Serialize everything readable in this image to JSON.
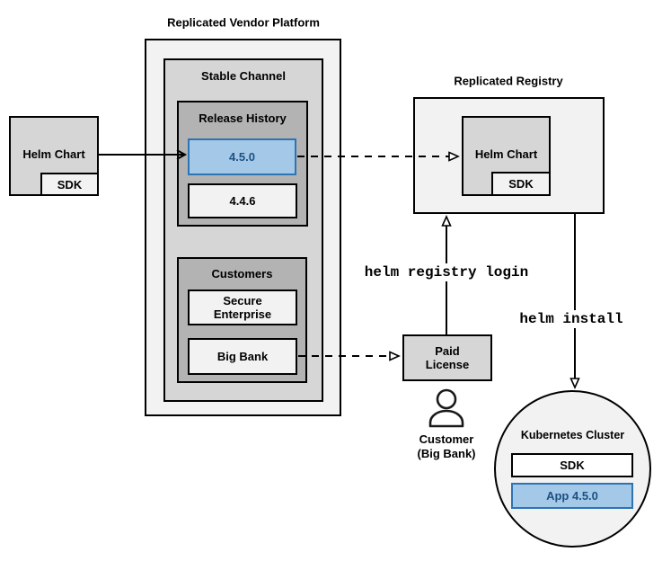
{
  "colors": {
    "box_border": "#000000",
    "light_fill": "#f2f2f2",
    "mid_fill": "#d6d6d6",
    "dark_fill": "#b3b3b3",
    "blue_fill": "#a4c8e8",
    "blue_border": "#2d74b2",
    "blue_text": "#1d5182"
  },
  "vendor_platform": {
    "title": "Replicated Vendor Platform",
    "stable_channel": {
      "title": "Stable Channel",
      "release_history": {
        "title": "Release History",
        "releases": [
          {
            "version": "4.5.0",
            "highlighted": true
          },
          {
            "version": "4.4.6",
            "highlighted": false
          }
        ]
      },
      "customers": {
        "title": "Customers",
        "secure_enterprise": {
          "line1": "Secure",
          "line2": "Enterprise"
        },
        "big_bank": {
          "label": "Big Bank"
        }
      }
    }
  },
  "source_chart": {
    "label": "Helm Chart",
    "sdk": "SDK"
  },
  "registry": {
    "title": "Replicated Registry",
    "helm_chart": {
      "label": "Helm Chart",
      "sdk": "SDK"
    }
  },
  "paid_license": {
    "line1": "Paid",
    "line2": "License"
  },
  "customer": {
    "line1": "Customer",
    "line2": "(Big Bank)"
  },
  "commands": {
    "registry_login": "helm registry login",
    "install": "helm install"
  },
  "kubernetes_cluster": {
    "title": "Kubernetes Cluster",
    "sdk": "SDK",
    "app": "App 4.5.0"
  }
}
